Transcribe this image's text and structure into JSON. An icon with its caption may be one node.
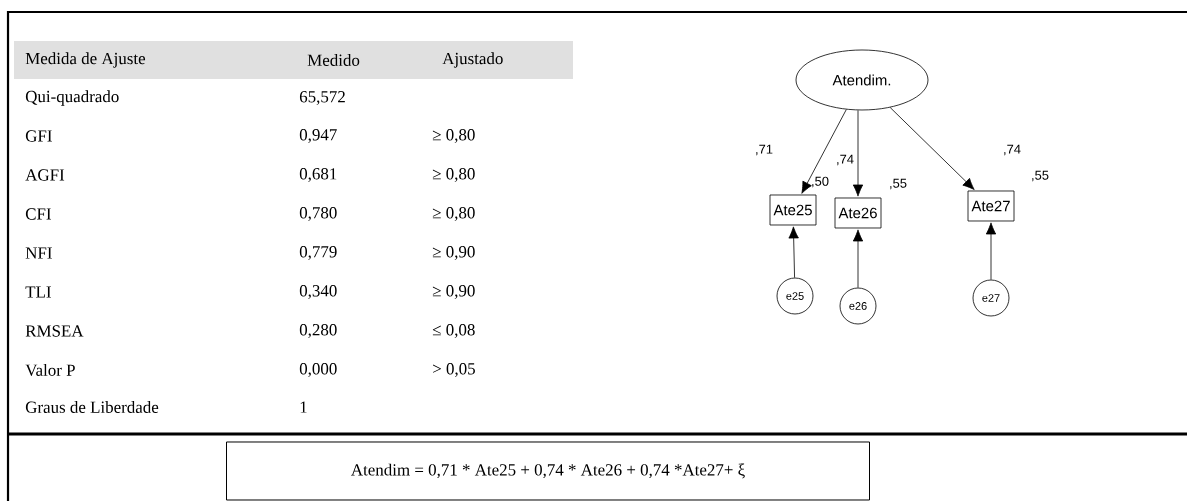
{
  "diagram": {
    "nodes": [
      {
        "text": [
          "Atendim."
        ]
      },
      {
        "text": [
          "Ate25"
        ],
        "beside": [
          ",50"
        ]
      },
      {
        "text": [
          "Ate26"
        ],
        "beside": [
          ",55"
        ]
      },
      {
        "text": [
          "Ate27"
        ],
        "beside": [
          ",55"
        ]
      },
      {
        "text": [
          "e25"
        ]
      },
      {
        "text": [
          "e26"
        ]
      },
      {
        "text": [
          "e27"
        ]
      },
      {
        "text": [
          "Atendim = 0,71 * Ate25 + 0,74 * Ate26 + 0,74 *Ate27+ ξ"
        ]
      }
    ],
    "edges": [
      {
        "from": 0,
        "to": 1,
        "arrow": "to",
        "label": ",71"
      },
      {
        "from": 0,
        "to": 2,
        "arrow": "to",
        "label": ",74"
      },
      {
        "from": 0,
        "to": 3,
        "arrow": "to",
        "label": ",74"
      },
      {
        "from": 4,
        "to": 1,
        "arrow": "to"
      },
      {
        "from": 5,
        "to": 2,
        "arrow": "to"
      },
      {
        "from": 6,
        "to": 3,
        "arrow": "to"
      }
    ],
    "labels": [
      "Medida de Ajuste",
      "Medido",
      "Ajustado",
      "Qui-quadrado",
      "65,572",
      "GFI",
      "0,947",
      "≥ 0,80",
      "AGFI",
      "0,681",
      "≥ 0,80",
      "CFI",
      "0,780",
      "≥ 0,80",
      "NFI",
      "0,779",
      "≥ 0,90",
      "TLI",
      "0,340",
      "≥ 0,90",
      "RMSEA",
      "0,280",
      "≤ 0,08",
      "Valor P",
      "0,000",
      "> 0,05",
      "Graus de Liberdade",
      "1"
    ]
  }
}
